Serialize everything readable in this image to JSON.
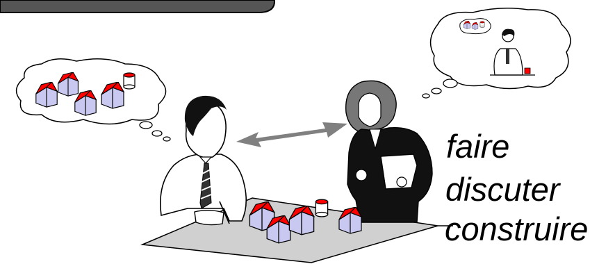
{
  "words": {
    "faire": "faire",
    "discuter": "discuter",
    "construire": "construire"
  },
  "colors": {
    "roof": "#ff0000",
    "wall": "#c8c8f0",
    "table": "#d0d0d0",
    "arrow": "#808080",
    "banner": "#555555",
    "jacket": "#111111",
    "hair": "#777777"
  }
}
